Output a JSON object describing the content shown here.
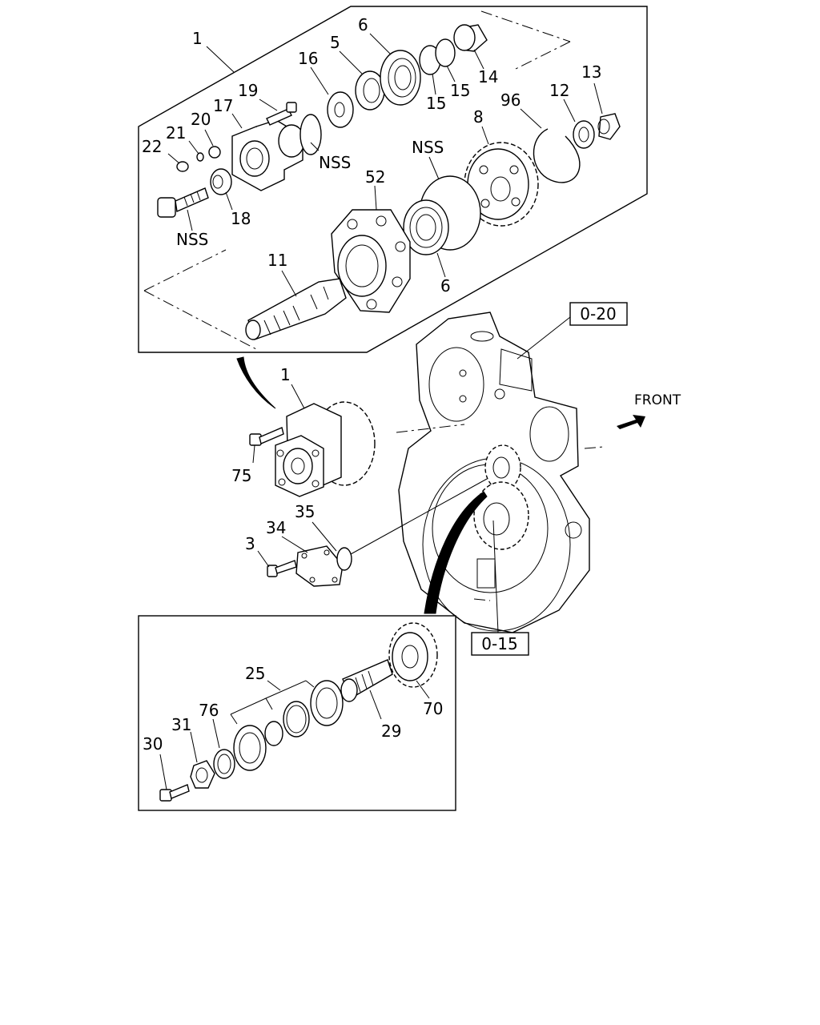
{
  "labels": {
    "l1_top": "1",
    "l5": "5",
    "l6_top": "6",
    "l16": "16",
    "l14": "14",
    "l15a": "15",
    "l15b": "15",
    "l19": "19",
    "l17": "17",
    "l20": "20",
    "l21": "21",
    "l22": "22",
    "l96": "96",
    "l12": "12",
    "l13": "13",
    "l8": "8",
    "nss1": "NSS",
    "nss2": "NSS",
    "nss3": "NSS",
    "l52": "52",
    "l18": "18",
    "l11": "11",
    "l6_mid": "6",
    "l1_mid": "1",
    "l75": "75",
    "l35": "35",
    "l34": "34",
    "l3": "3",
    "l25": "25",
    "l76": "76",
    "l31": "31",
    "l30": "30",
    "l29": "29",
    "l70": "70"
  },
  "refs": {
    "r020": "0-20",
    "r015": "0-15"
  },
  "front": "FRONT"
}
